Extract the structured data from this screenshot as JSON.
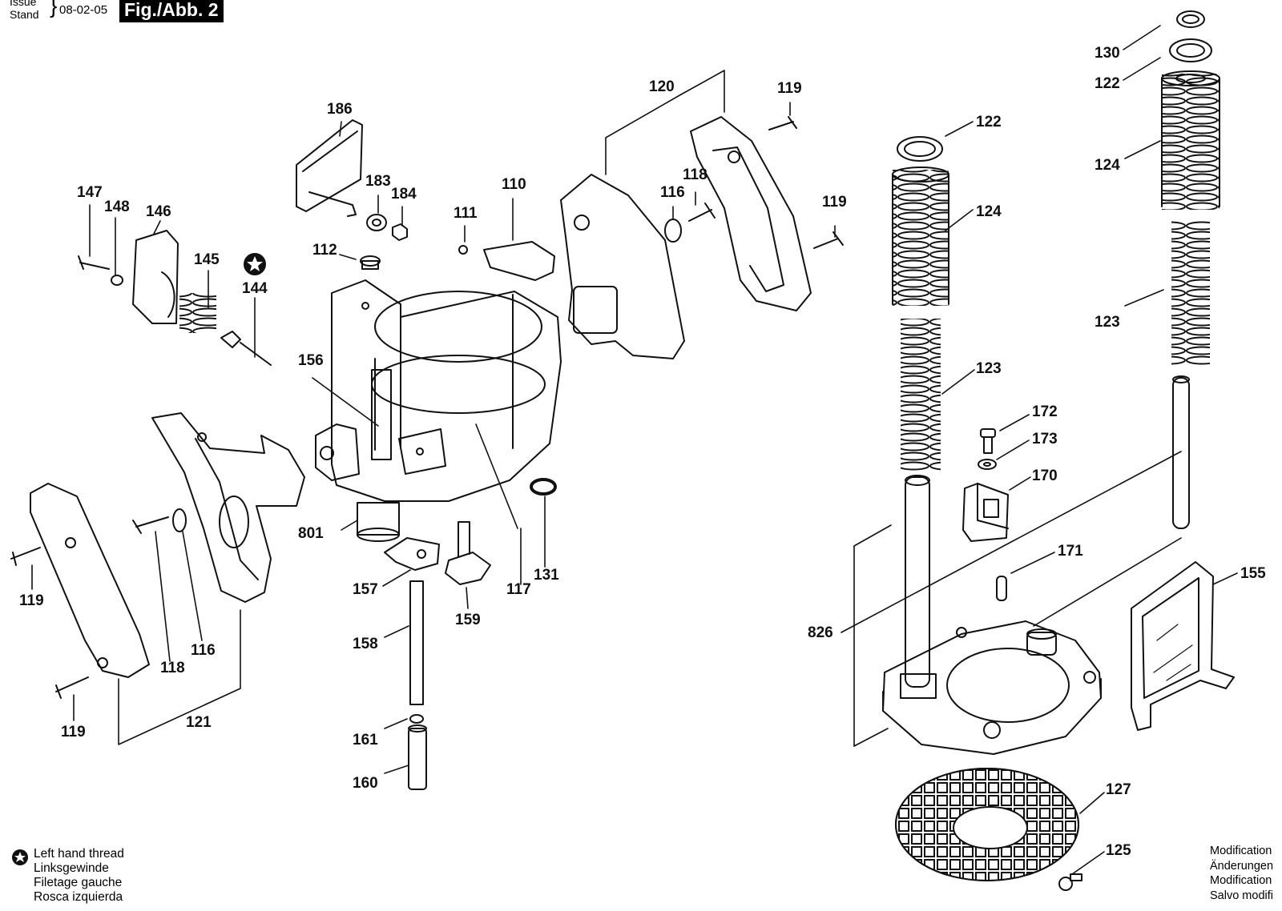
{
  "header": {
    "issue_label": "Issue",
    "stand_label": "Stand",
    "date": "08-02-05",
    "figure": "Fig./Abb. 2"
  },
  "legend": {
    "lines": [
      "Left hand thread",
      "Linksgewinde",
      "Filetage gauche",
      "Rosca izquierda"
    ]
  },
  "modifications": {
    "lines": [
      "Modification",
      "Änderungen",
      "Modification",
      "Salvo modifi"
    ]
  },
  "callouts": {
    "c130": "130",
    "c122a": "122",
    "c124a": "124",
    "c123a": "123",
    "c122b": "122",
    "c124b": "124",
    "c123b": "123",
    "c172": "172",
    "c173": "173",
    "c170": "170",
    "c171": "171",
    "c155": "155",
    "c826": "826",
    "c127": "127",
    "c125": "125",
    "c120": "120",
    "c119a": "119",
    "c119b": "119",
    "c118a": "118",
    "c116a": "116",
    "c110": "110",
    "c111": "111",
    "c112": "112",
    "c186": "186",
    "c183": "183",
    "c184": "184",
    "c147": "147",
    "c148": "148",
    "c146": "146",
    "c145": "145",
    "c144": "144",
    "c156": "156",
    "c801": "801",
    "c131": "131",
    "c117": "117",
    "c157": "157",
    "c159": "159",
    "c158": "158",
    "c161": "161",
    "c160": "160",
    "c119c": "119",
    "c118b": "118",
    "c116b": "116",
    "c121": "121",
    "c119d": "119"
  },
  "colors": {
    "ink": "#111111",
    "paper": "#ffffff"
  }
}
